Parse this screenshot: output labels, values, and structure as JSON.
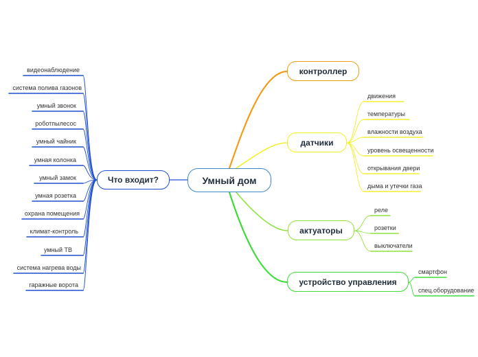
{
  "central": {
    "label": "Умный дом"
  },
  "left_branch": {
    "label": "Что входит?",
    "items": [
      "видеонаблюдение",
      "система полива газонов",
      "умный звонок",
      "роботпылесос",
      "умный чайник",
      "умная колонка",
      "умный замок",
      "умная розетка",
      "охрана помещения",
      "климат-контроль",
      "умный ТВ",
      "система нагрева воды",
      "гаражные ворота"
    ]
  },
  "right_branches": [
    {
      "label": "контроллер",
      "color": "#f39a1a",
      "items": []
    },
    {
      "label": "датчики",
      "color": "#f2ef2a",
      "items": [
        "движения",
        "температуры",
        "влажности воздуха",
        "уровень освещенности",
        "открывания двери",
        "дыма и утечки газа"
      ]
    },
    {
      "label": "актуаторы",
      "color": "#8ee23a",
      "items": [
        "реле",
        "розетки",
        "выключатели"
      ]
    },
    {
      "label": "устройство управления",
      "color": "#3ddc3a",
      "items": [
        "смартфон",
        "спец.оборудование"
      ]
    }
  ],
  "colors": {
    "central_border": "#3d86c8",
    "left_branch": "#1f4fcf"
  }
}
